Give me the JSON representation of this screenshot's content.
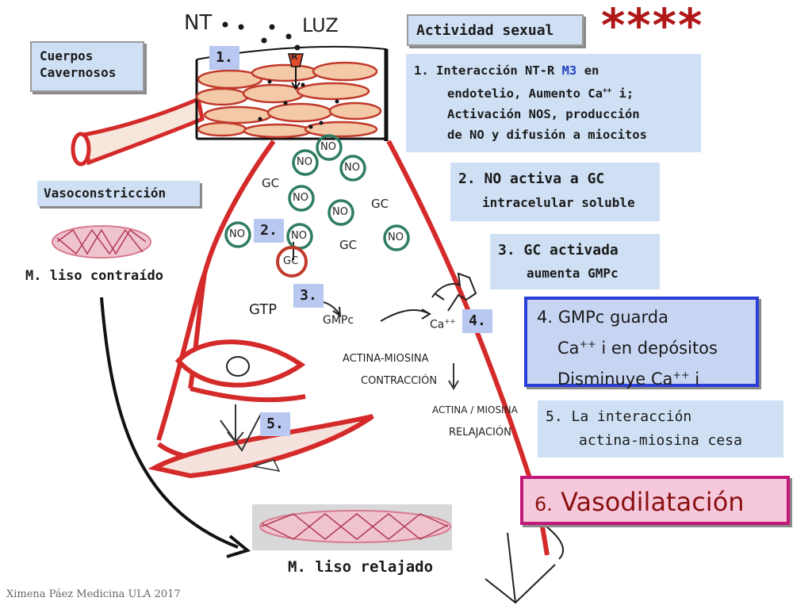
{
  "colors": {
    "muscle_red": "#d42a2a",
    "muscle_fill": "#f3c9a8",
    "no_circle": "#2e7d5e",
    "box_blue": "#cfe0f5",
    "box_border_blue": "#2b3fd8",
    "box_pink": "#f5c8dc",
    "box_border_magenta": "#c2187a",
    "stars_red": "#b01818"
  },
  "icons": [
    "arrow-icon",
    "receptor-icon",
    "cell-icon"
  ],
  "labels": {
    "cuerpos": "Cuerpos Cavernosos",
    "vasoconstriccion": "Vasoconstricción",
    "liso_contraido": "M. liso contraído",
    "liso_relajado": "M. liso relajado",
    "actividad": "Actividad sexual",
    "stars": "****",
    "footer": "Ximena Páez Medicina ULA 2017"
  },
  "handwritten": {
    "nt": "NT",
    "luz": "LUZ",
    "r": "R",
    "no": "NO",
    "gc": "GC",
    "gtp": "GTP",
    "gmpc": "GMPc",
    "ca": "Ca",
    "ca_sup": "++",
    "contraccion_1": "ACTINA-MIOSINA",
    "contraccion_2": "CONTRACCIÓN",
    "relajacion_1": "ACTINA / MIOSINA",
    "relajacion_2": "RELAJACIÓN"
  },
  "markers": [
    "1.",
    "2.",
    "3.",
    "4.",
    "5."
  ],
  "steps": {
    "s1": {
      "num": "1.",
      "line1": "Interacción NT-R",
      "m3": "M3",
      "line1_end": "en",
      "line2a": "endotelio, Aumento Ca",
      "sup": "++",
      "line2b": " i;",
      "line3": "Activación NOS, producción",
      "line4": "de NO y difusión a miocitos"
    },
    "s2": {
      "num": "2.",
      "line1": "NO activa a GC",
      "line2": "intracelular soluble"
    },
    "s3": {
      "num": "3.",
      "line1": "GC activada",
      "line2": "aumenta GMPc"
    },
    "s4": {
      "num": "4.",
      "line1": "GMPc guarda",
      "line2a": "Ca",
      "sup": "++",
      "line2b": " i en depósitos",
      "line3a": "Disminuye Ca",
      "line3b": " i"
    },
    "s5": {
      "num": "5.",
      "line1": "La interacción",
      "line2": "actina-miosina cesa"
    },
    "s6": {
      "num": "6.",
      "text": "Vasodilatación"
    }
  }
}
